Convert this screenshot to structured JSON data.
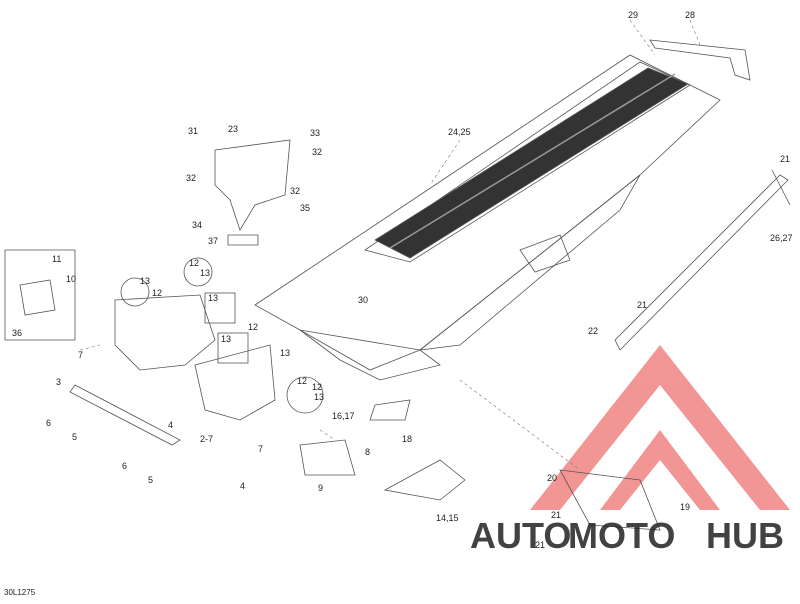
{
  "diagram": {
    "reference_code": "30L1275",
    "callouts": [
      "29",
      "28",
      "31",
      "23",
      "33",
      "32",
      "24,25",
      "21",
      "32",
      "32",
      "35",
      "34",
      "37",
      "26,27",
      "11",
      "10",
      "12",
      "13",
      "13",
      "36",
      "12",
      "13",
      "12",
      "13",
      "30",
      "21",
      "22",
      "7",
      "12",
      "13",
      "3",
      "12",
      "13",
      "6",
      "4",
      "5",
      "16,17",
      "18",
      "2-7",
      "7",
      "8",
      "6",
      "5",
      "4",
      "9",
      "20",
      "14,15",
      "21",
      "19",
      "21"
    ],
    "watermark": {
      "brand_left": "AUTO",
      "brand_mid": "MOTO",
      "brand_right": "HUB",
      "colors": {
        "orange": "#f0b070",
        "red": "#e84040",
        "gray": "#888888",
        "logo": "#e03030"
      }
    }
  }
}
